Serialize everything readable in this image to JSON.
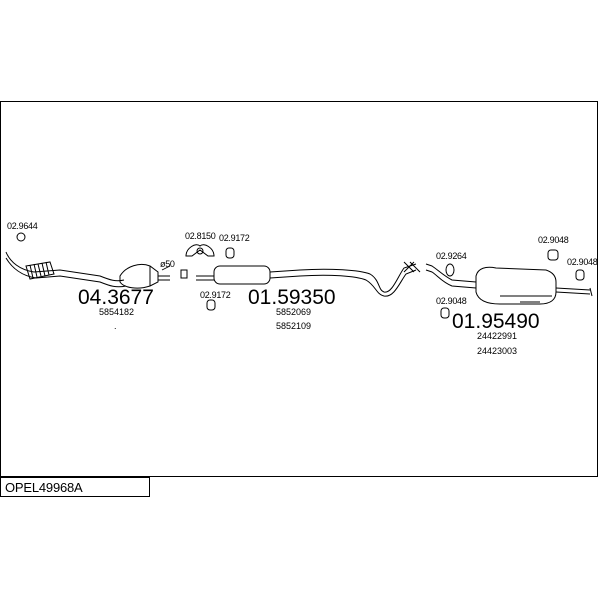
{
  "title": "OPEL49968A",
  "parts": {
    "front_pipe": {
      "number": "04.3677",
      "oem": [
        "5854182"
      ]
    },
    "mid_silencer": {
      "number": "01.59350",
      "oem": [
        "5852069",
        "5852109"
      ]
    },
    "rear_silencer": {
      "number": "01.95490",
      "oem": [
        "24422991",
        "24423003"
      ]
    }
  },
  "accessories": {
    "a1": "02.9644",
    "a2": "02.8150",
    "a3": "02.9172",
    "a4": "02.9172",
    "a5": "02.9264",
    "a6": "02.9048",
    "a7": "02.9048",
    "a8": "02.9048"
  },
  "diameter_label": "ø50",
  "stray_mark": "."
}
